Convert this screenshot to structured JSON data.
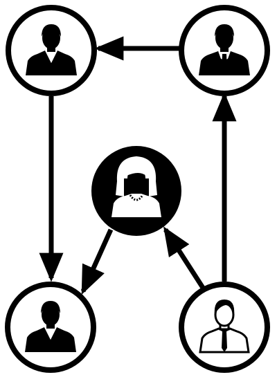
{
  "diagram": {
    "type": "people-network",
    "colors": {
      "stroke": "#000000",
      "background": "#ffffff",
      "fill": "#000000"
    },
    "nodes": [
      {
        "id": "top-left",
        "icon": "businessman-icon",
        "variant": "open-collar",
        "style": "outline"
      },
      {
        "id": "top-right",
        "icon": "businessman-icon",
        "variant": "tie",
        "style": "outline"
      },
      {
        "id": "center",
        "icon": "businesswoman-icon",
        "variant": "necklace",
        "style": "filled"
      },
      {
        "id": "bottom-left",
        "icon": "businessman-icon",
        "variant": "open-collar",
        "style": "outline"
      },
      {
        "id": "bottom-right",
        "icon": "businessman-icon",
        "variant": "tie",
        "style": "outline"
      }
    ],
    "edges": [
      {
        "from": "top-right",
        "to": "top-left"
      },
      {
        "from": "top-left",
        "to": "bottom-left"
      },
      {
        "from": "center",
        "to": "bottom-left"
      },
      {
        "from": "bottom-right",
        "to": "center"
      },
      {
        "from": "bottom-right",
        "to": "top-right"
      }
    ]
  }
}
